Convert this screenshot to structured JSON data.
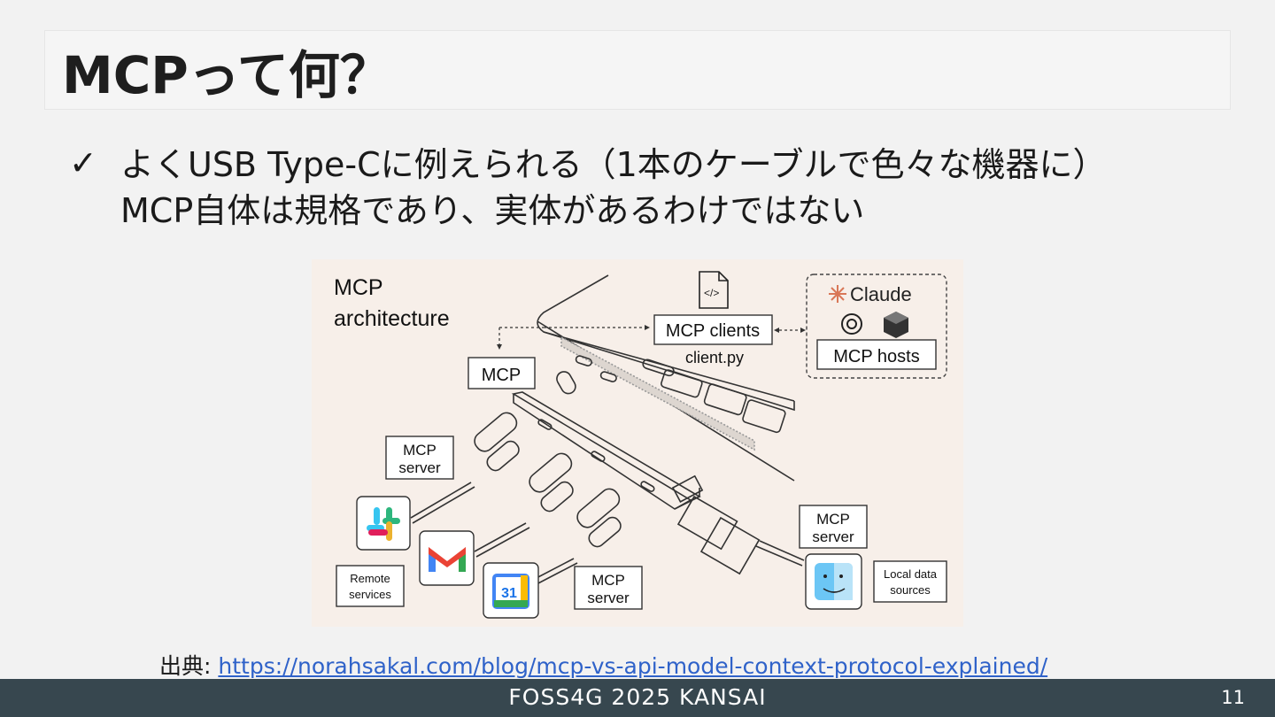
{
  "slide": {
    "title": "MCPって何？",
    "bullet_icon": "checkmark-icon",
    "bullet_lines": [
      "よくUSB Type-Cに例えられる（1本のケーブルで色々な機器に）",
      "MCP自体は規格であり、実体があるわけではない"
    ]
  },
  "figure": {
    "heading_line1": "MCP",
    "heading_line2": "architecture",
    "labels": {
      "mcp_clients": "MCP clients",
      "client_py": "client.py",
      "claude": "Claude",
      "mcp_hosts": "MCP hosts",
      "mcp": "MCP",
      "mcp_server_line1": "MCP",
      "mcp_server_line2": "server",
      "remote_line1": "Remote",
      "remote_line2": "services",
      "local_line1": "Local data",
      "local_line2": "sources",
      "calendar_day": "31"
    },
    "icons": [
      "file-code-icon",
      "claude-icon",
      "openai-icon",
      "host-app-icon",
      "slack-icon",
      "gmail-icon",
      "google-calendar-icon",
      "finder-icon"
    ]
  },
  "source": {
    "label": "出典: ",
    "url": "https://norahsakal.com/blog/mcp-vs-api-model-context-protocol-explained/"
  },
  "footer": {
    "event": "FOSS4G 2025 KANSAI",
    "page_number": "11"
  },
  "colors": {
    "footer_bg": "#37474f",
    "link": "#2f62c9",
    "figure_bg": "#f7efe9"
  }
}
